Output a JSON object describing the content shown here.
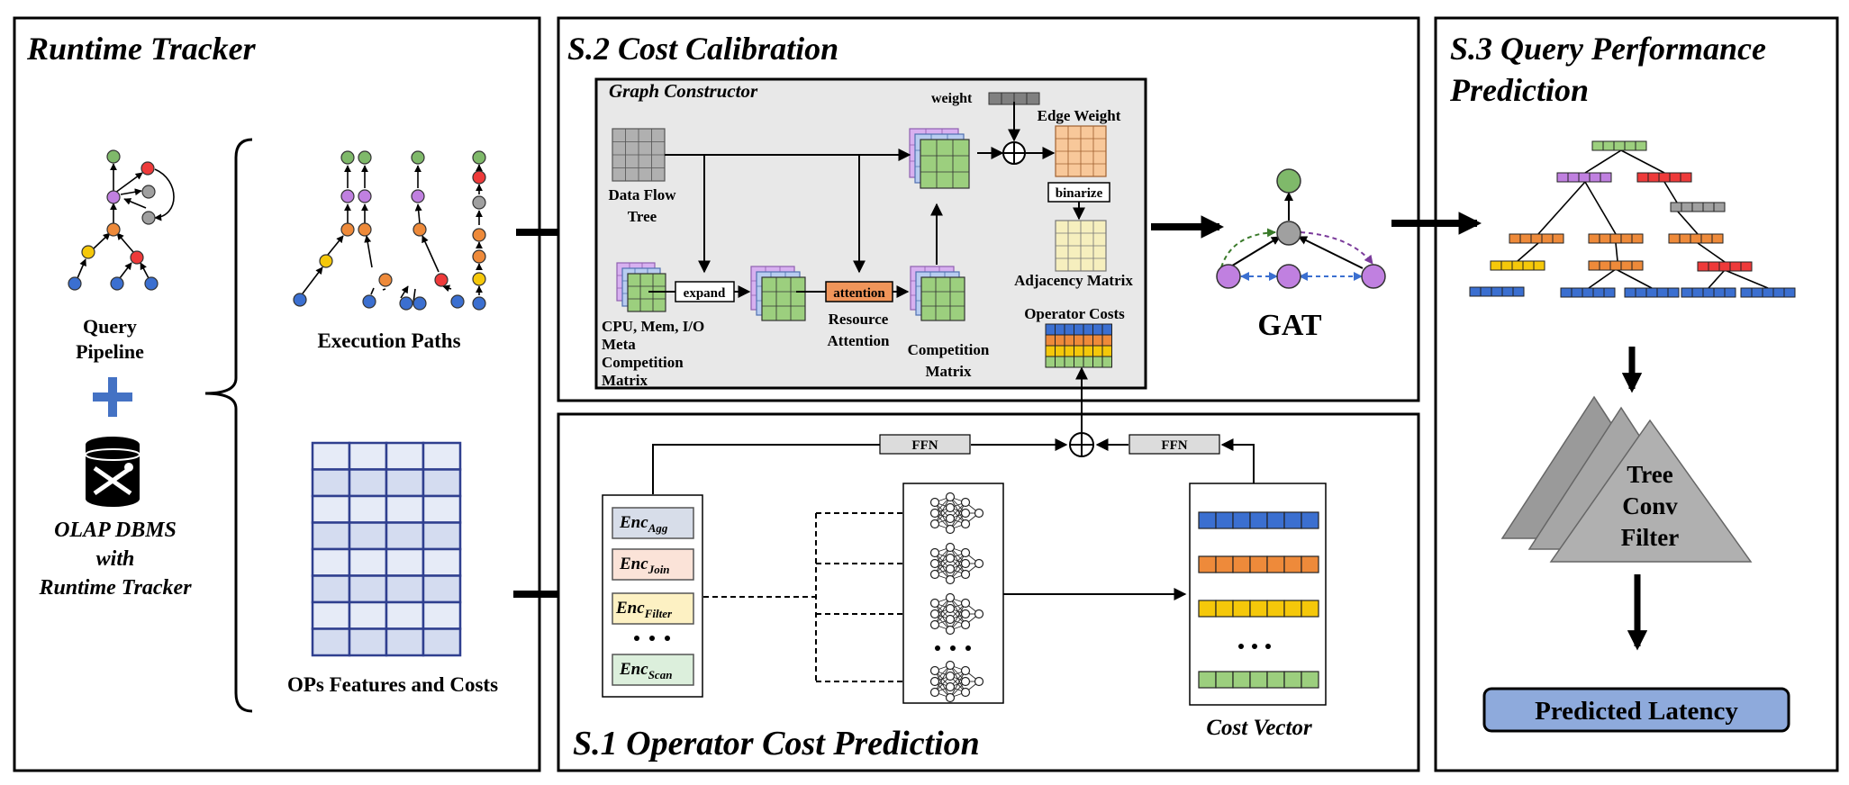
{
  "colors": {
    "green": "#7fb96a",
    "purple": "#c080e0",
    "red": "#ee3a3a",
    "gray": "#a0a0a0",
    "orange": "#ee8a3a",
    "yellow": "#f5c80a",
    "blue": "#3b6fd0",
    "grid_green": "#9ccf7e",
    "grid_orange": "#f8c89a",
    "grid_yellow": "#f6efbe",
    "latency_fill": "#8eaadc",
    "table_fill": "#d4dcf0",
    "table_stroke": "#2f3f8f"
  },
  "left_panel": {
    "title": "Runtime Tracker",
    "query_pipeline_l1": "Query",
    "query_pipeline_l2": "Pipeline",
    "dbms_l1": "OLAP DBMS",
    "dbms_l2": "with",
    "dbms_l3": "Runtime Tracker",
    "execution_paths": "Execution Paths",
    "ops_features": "OPs Features and Costs"
  },
  "s2": {
    "title": "S.2 Cost Calibration",
    "graph_constructor": "Graph Constructor",
    "weight": "weight",
    "edge_weight": "Edge Weight",
    "data_flow_l1": "Data Flow",
    "data_flow_l2": "Tree",
    "expand": "expand",
    "attention": "attention",
    "binarize": "binarize",
    "adjacency": "Adjacency Matrix",
    "cpu_l1": "CPU, Mem, I/O",
    "cpu_l2": "Meta",
    "cpu_l3": "Competition",
    "cpu_l4": "Matrix",
    "resource_l1": "Resource",
    "resource_l2": "Attention",
    "competition_l1": "Competition",
    "competition_l2": "Matrix",
    "operator_costs": "Operator Costs",
    "gat": "GAT"
  },
  "s1": {
    "title": "S.1 Operator Cost Prediction",
    "ffn": "FFN",
    "enc_prefix": "Enc",
    "enc_agg": "Agg",
    "enc_join": "Join",
    "enc_filter": "Filter",
    "enc_scan": "Scan",
    "cost_vector": "Cost Vector"
  },
  "s3": {
    "title_l1": "S.3 Query Performance",
    "title_l2": "Prediction",
    "tree_l1": "Tree",
    "tree_l2": "Conv",
    "tree_l3": "Filter",
    "predicted_latency": "Predicted Latency"
  }
}
